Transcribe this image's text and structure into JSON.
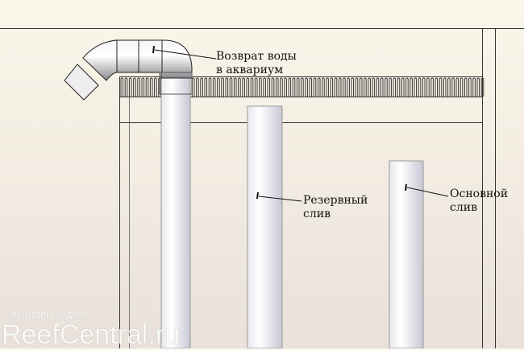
{
  "labels": {
    "return": [
      "Возврат воды",
      "в аквариум"
    ],
    "reserve_drain": [
      "Резервный",
      "слив"
    ],
    "main_drain": [
      "Основной",
      "слив"
    ]
  },
  "watermark": {
    "line1": "Специально для",
    "line2": "ReefCentral.ru"
  }
}
